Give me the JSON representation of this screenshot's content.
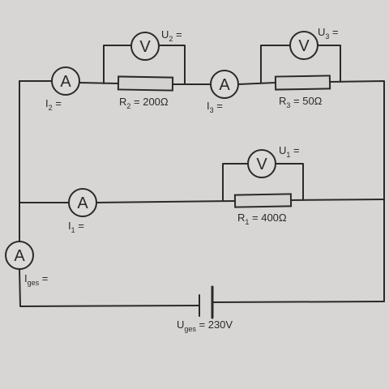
{
  "meters": {
    "ammeter_letter": "A",
    "voltmeter_letter": "V"
  },
  "labels": {
    "u2": {
      "base": "U",
      "sub": "2",
      "rest": " ="
    },
    "u3": {
      "base": "U",
      "sub": "3",
      "rest": " ="
    },
    "u1": {
      "base": "U",
      "sub": "1",
      "rest": " ="
    },
    "i2": {
      "base": "I",
      "sub": "2",
      "rest": " ="
    },
    "i3": {
      "base": "I",
      "sub": "3",
      "rest": " ="
    },
    "i1": {
      "base": "I",
      "sub": "1",
      "rest": " ="
    },
    "iges": {
      "base": "I",
      "sub": "ges",
      "rest": " ="
    },
    "r2": {
      "base": "R",
      "sub": "2",
      "rest": " = 200Ω"
    },
    "r3": {
      "base": "R",
      "sub": "3",
      "rest": " = 50Ω"
    },
    "r1": {
      "base": "R",
      "sub": "1",
      "rest": " = 400Ω"
    },
    "uges": {
      "base": "U",
      "sub": "ges",
      "rest": " = 230V"
    }
  }
}
